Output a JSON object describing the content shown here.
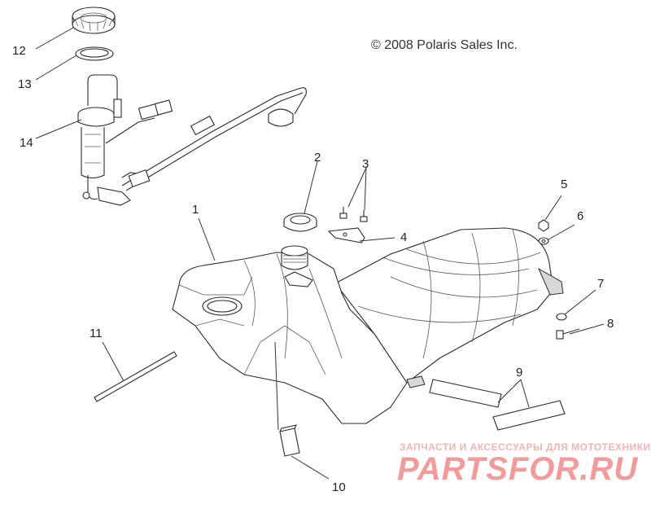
{
  "copyright": "© 2008 Polaris Sales Inc.",
  "callouts": [
    {
      "id": "1",
      "label": "1"
    },
    {
      "id": "2",
      "label": "2"
    },
    {
      "id": "3",
      "label": "3"
    },
    {
      "id": "4",
      "label": "4"
    },
    {
      "id": "5",
      "label": "5"
    },
    {
      "id": "6",
      "label": "6"
    },
    {
      "id": "7",
      "label": "7"
    },
    {
      "id": "8",
      "label": "8"
    },
    {
      "id": "9",
      "label": "9"
    },
    {
      "id": "10",
      "label": "10"
    },
    {
      "id": "11",
      "label": "11"
    },
    {
      "id": "12",
      "label": "12"
    },
    {
      "id": "13",
      "label": "13"
    },
    {
      "id": "14",
      "label": "14"
    }
  ],
  "watermark": {
    "tagline": "ЗАПЧАСТИ И АКСЕССУАРЫ ДЛЯ МОТОТЕХНИКИ",
    "logo": "PARTSFOR.RU"
  }
}
